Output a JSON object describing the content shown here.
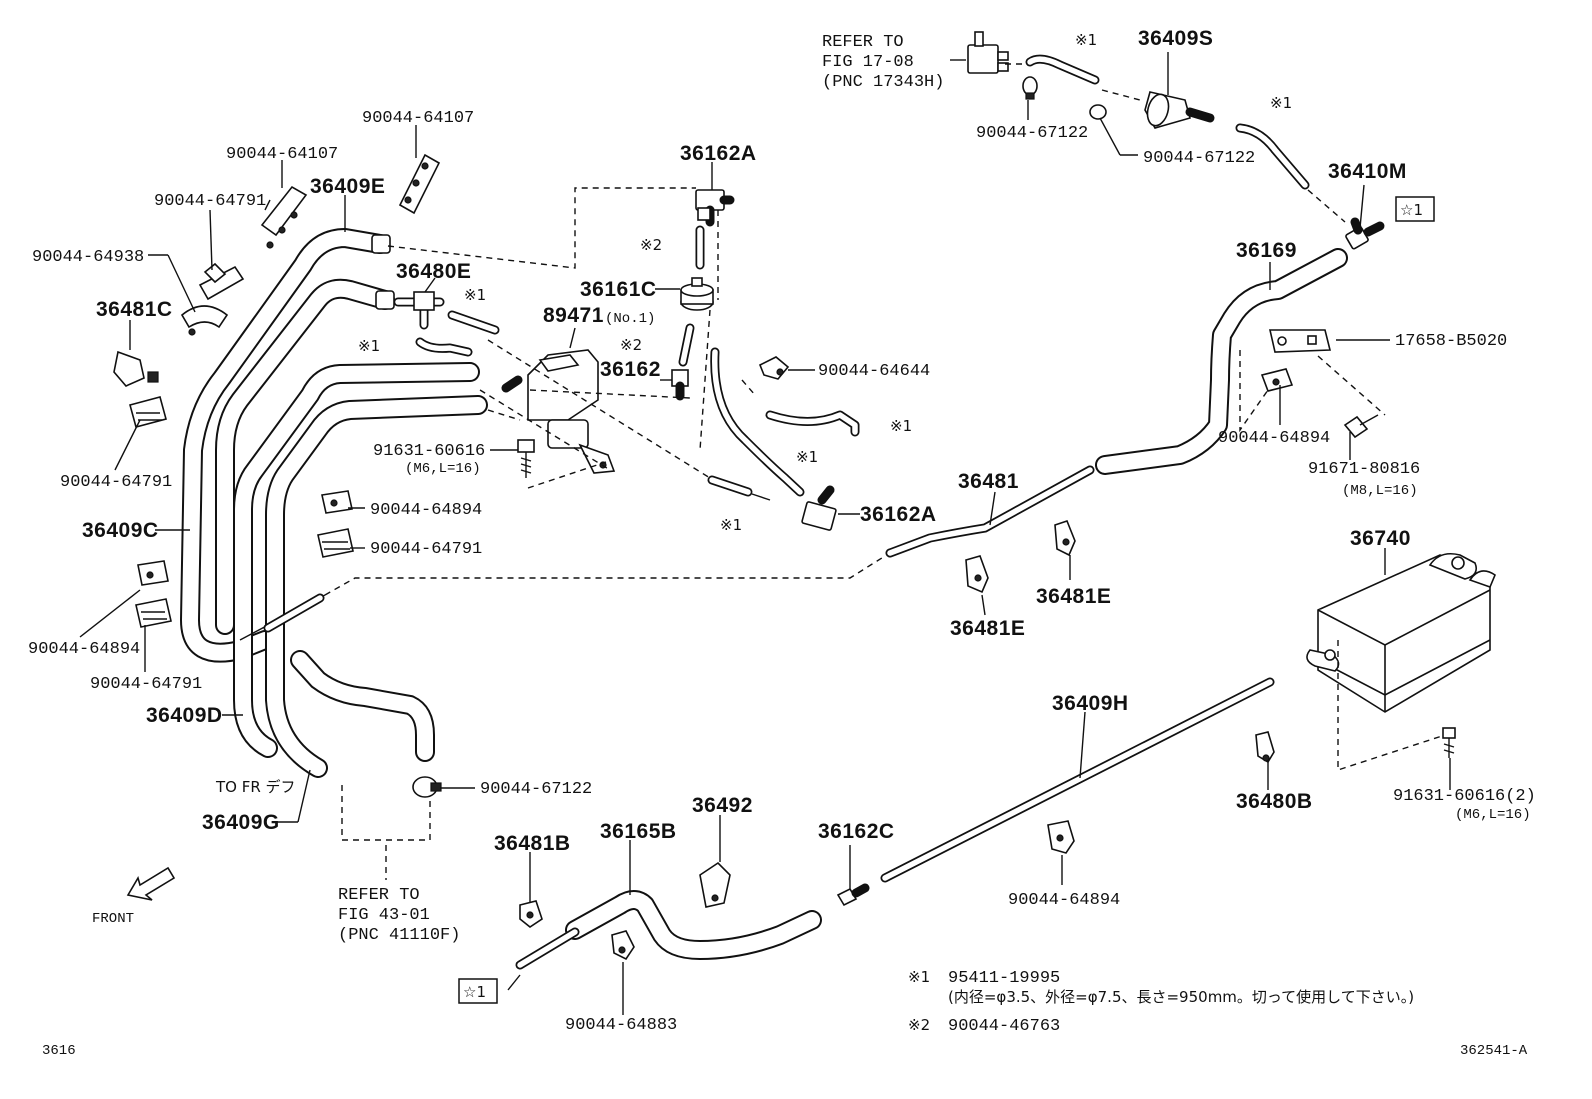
{
  "refs": {
    "fig17": [
      "REFER TO",
      "FIG 17-08",
      "(PNC 17343H)"
    ],
    "fig43": [
      "REFER TO",
      "FIG 43-01",
      "(PNC 41110F)"
    ]
  },
  "labels": {
    "p36409S": "36409S",
    "p36410M": "36410M",
    "p36169": "36169",
    "p17658": "17658-B5020",
    "p90044_64894_r": "90044-64894",
    "p91671": "91671-80816",
    "p91671_spec": "(M8,L=16)",
    "p36481": "36481",
    "p36481E_a": "36481E",
    "p36481E_b": "36481E",
    "p36740": "36740",
    "p36409H": "36409H",
    "p36480B": "36480B",
    "p91631_r": "91631-60616(2)",
    "p91631_r_spec": "(M6,L=16)",
    "p90044_64894_b": "90044-64894",
    "p36162C": "36162C",
    "p36492": "36492",
    "p36165B": "36165B",
    "p36481B": "36481B",
    "p90044_64883": "90044-64883",
    "p90044_67122_t1": "90044-67122",
    "p90044_67122_t2": "90044-67122",
    "p90044_64107_a": "90044-64107",
    "p90044_64107_b": "90044-64107",
    "p90044_64791_a": "90044-64791",
    "p36409E": "36409E",
    "p90044_64938": "90044-64938",
    "p36481C": "36481C",
    "p36480E": "36480E",
    "p36162A_t": "36162A",
    "p36161C": "36161C",
    "p89471": "89471",
    "p89471_no": "(No.1)",
    "p36162": "36162",
    "p90044_64644": "90044-64644",
    "p36162A_b": "36162A",
    "p90044_64791_b": "90044-64791",
    "p91631_l": "91631-60616",
    "p91631_l_spec": "(M6,L=16)",
    "p90044_64894_m": "90044-64894",
    "p90044_64791_m": "90044-64791",
    "p36409C": "36409C",
    "p90044_64894_l": "90044-64894",
    "p90044_64791_c": "90044-64791",
    "p36409D": "36409D",
    "p36409G": "36409G",
    "to_fr": "TO FR デフ",
    "p90044_67122_b": "90044-67122",
    "front": "FRONT",
    "fig_no": "3616",
    "diagram_id": "362541-A"
  },
  "marks": {
    "kome1": "※1",
    "kome2": "※2",
    "star1": "☆1"
  },
  "notes": {
    "n1_mark": "※1",
    "n1_part": "95411-19995",
    "n1_desc": "(内径=φ3.5、外径=φ7.5、長さ=950mm。切って使用して下さい。)",
    "n2_mark": "※2",
    "n2_part": "90044-46763"
  }
}
